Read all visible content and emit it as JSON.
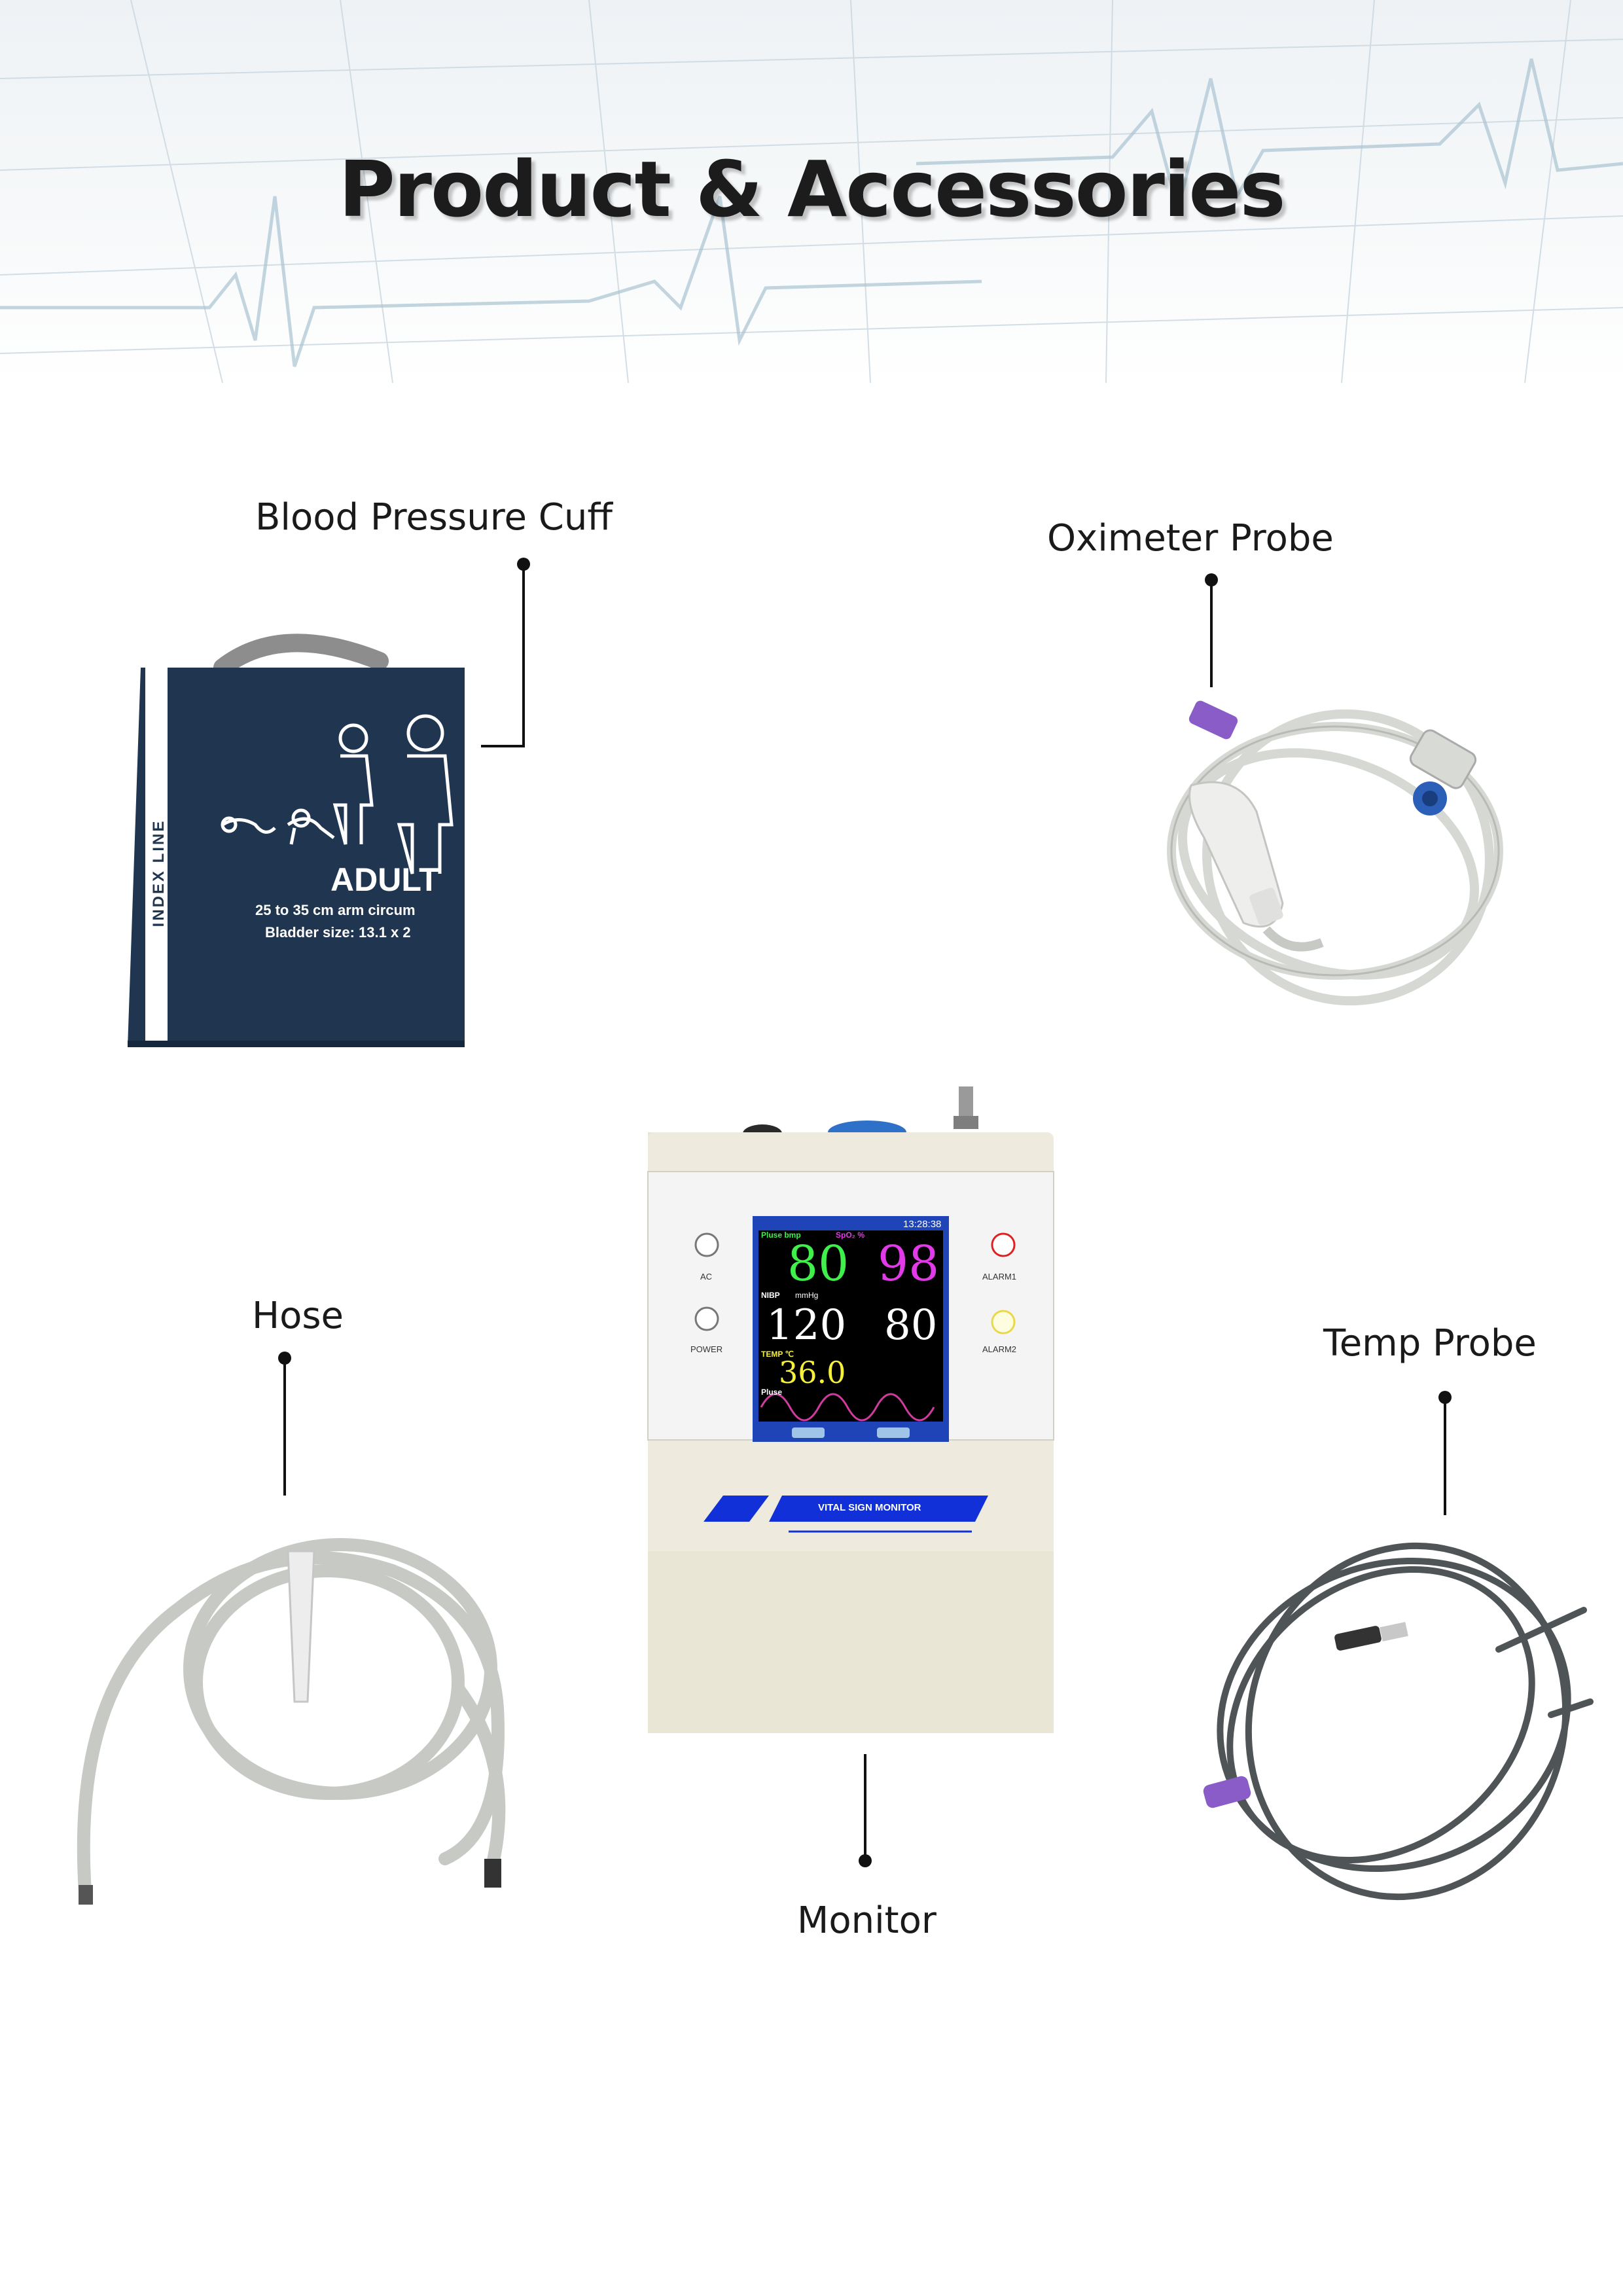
{
  "page": {
    "title": "Product & Accessories"
  },
  "labels": {
    "cuff": "Blood Pressure Cuff",
    "oximeter": "Oximeter Probe",
    "hose": "Hose",
    "temp": "Temp Probe",
    "monitor": "Monitor"
  },
  "cuff_print": {
    "index": "INDEX LINE",
    "size": "ADULT",
    "circumference": "25 to 35 cm arm circum",
    "bladder": "Bladder size: 13.1 x 2"
  },
  "monitor": {
    "time": "13:28:38",
    "pulse_label": "Pluse  bmp",
    "spo2_label": "SpO₂  %",
    "pulse_value": "80",
    "spo2_value": "98",
    "nibp_label": "NIBP",
    "nibp_unit": "mmHg",
    "systolic": "120",
    "diastolic": "80",
    "temp_label": "TEMP  ℃",
    "temp_value": "36.0",
    "wave_label": "Pluse",
    "ac": "AC",
    "power": "POWER",
    "alarm1": "ALARM1",
    "alarm2": "ALARM2",
    "brand": "VITAL SIGN MONITOR"
  },
  "colors": {
    "cuff_navy": "#1f3550",
    "screen_bg": "#000000",
    "pulse_green": "#3ff04a",
    "spo2_magenta": "#e23ae8",
    "temp_yellow": "#f5f03a",
    "brand_blue": "#1230d8",
    "velcro_purple": "#8a5cc7"
  }
}
